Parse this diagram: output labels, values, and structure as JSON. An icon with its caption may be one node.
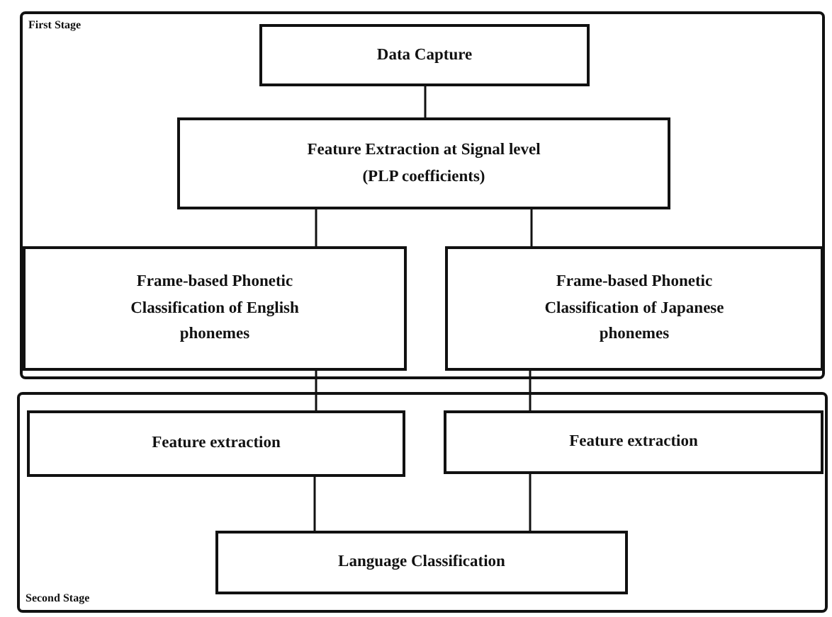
{
  "diagram": {
    "nodes": [
      {
        "text": [
          "First Stage"
        ]
      },
      {
        "text": [
          "Data Capture"
        ],
        "in": 0
      },
      {
        "text": [
          "Feature Extraction at Signal level",
          "(PLP coefficients)"
        ],
        "in": 0
      },
      {
        "text": [
          "Frame-based Phonetic Classification of English phonemes"
        ],
        "in": 0
      },
      {
        "text": [
          "Frame-based Phonetic Classification of Japanese phonemes"
        ],
        "in": 0
      },
      {
        "text": [
          "Second Stage"
        ]
      },
      {
        "text": [
          "Feature extraction"
        ],
        "in": 5
      },
      {
        "text": [
          "Feature extraction"
        ],
        "in": 5
      },
      {
        "text": [
          "Language Classification"
        ],
        "in": 5
      }
    ],
    "edges": [
      {
        "from": 1,
        "to": 2,
        "arrow": "none"
      },
      {
        "from": 2,
        "to": 3,
        "arrow": "none"
      },
      {
        "from": 2,
        "to": 4,
        "arrow": "none"
      },
      {
        "from": 3,
        "to": 6,
        "arrow": "none"
      },
      {
        "from": 4,
        "to": 7,
        "arrow": "none"
      },
      {
        "from": 6,
        "to": 8,
        "arrow": "none"
      },
      {
        "from": 7,
        "to": 8,
        "arrow": "none"
      }
    ]
  }
}
